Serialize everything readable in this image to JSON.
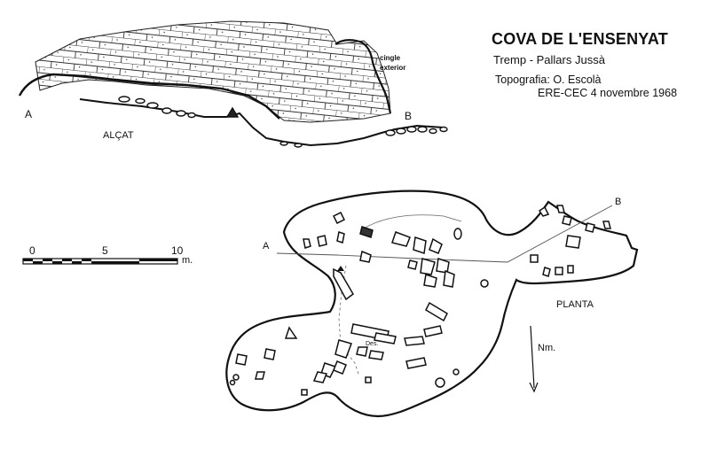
{
  "title": "COVA DE L'ENSENYAT",
  "location": "Tremp - Pallars Jussà",
  "surveyor": "Topografia: O. Escolà",
  "team_date": "ERE-CEC   4 novembre 1968",
  "elevation": {
    "label": "ALÇAT",
    "point_a": "A",
    "point_b": "B",
    "cliff_label_1": "cingle",
    "cliff_label_2": "exterior"
  },
  "plan": {
    "label": "PLANTA",
    "point_a": "A",
    "point_b": "B",
    "north_label": "Nm.",
    "small_label": "Des."
  },
  "scale": {
    "ticks": [
      "0",
      "5",
      "10"
    ],
    "unit": "m."
  }
}
